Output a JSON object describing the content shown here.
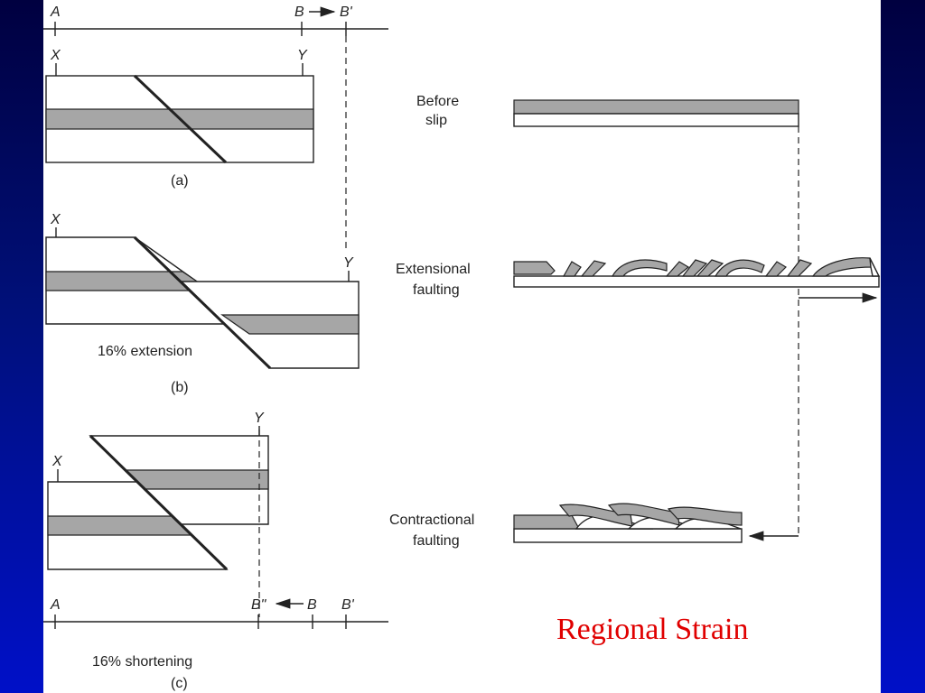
{
  "left_panel": {
    "top_axis": {
      "a": "A",
      "b_shift": "B",
      "b_prime": "B'"
    },
    "panel_a": {
      "x": "X",
      "y": "Y",
      "caption": "(a)"
    },
    "panel_b": {
      "x": "X",
      "y": "Y",
      "note": "16% extension",
      "caption": "(b)"
    },
    "panel_c": {
      "x": "X",
      "y": "Y",
      "note": "16% shortening",
      "caption": "(c)"
    },
    "bottom_axis": {
      "a": "A",
      "b_double": "B\"",
      "b": "B",
      "b_prime": "B'"
    }
  },
  "right_panel": {
    "before": {
      "line1": "Before",
      "line2": "slip"
    },
    "extensional": {
      "line1": "Extensional",
      "line2": "faulting"
    },
    "contractional": {
      "line1": "Contractional",
      "line2": "faulting"
    }
  },
  "slide_title": "Regional Strain",
  "colors": {
    "title": "#e00000",
    "band": "#a6a6a6",
    "background_top": "#000040",
    "background_bottom": "#0010c8"
  }
}
